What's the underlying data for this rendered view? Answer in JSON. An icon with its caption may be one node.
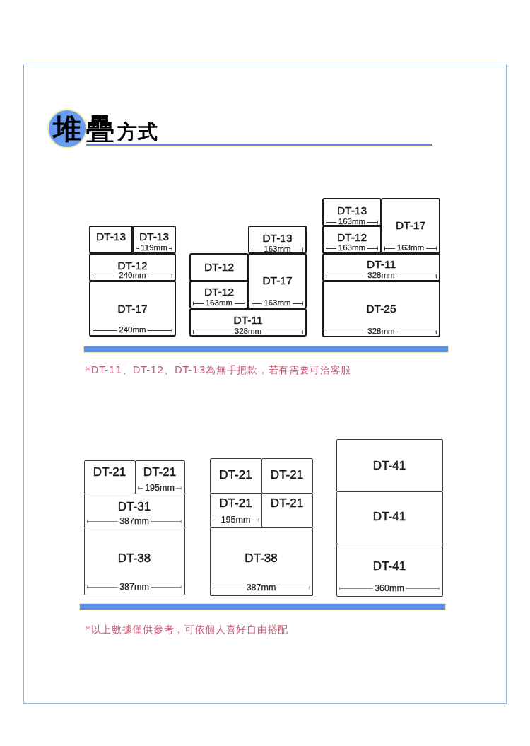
{
  "diagram": {
    "title": "堆疊方式",
    "nodes": [
      {
        "text": [
          "DT-13"
        ]
      },
      {
        "text": [
          "DT-13",
          "119mm"
        ]
      },
      {
        "text": [
          "DT-12",
          "240mm"
        ]
      },
      {
        "text": [
          "DT-17",
          "240mm"
        ]
      },
      {
        "text": [
          "DT-13",
          "163mm"
        ]
      },
      {
        "text": [
          "DT-12"
        ]
      },
      {
        "text": [
          "DT-17",
          "163mm"
        ]
      },
      {
        "text": [
          "DT-12",
          "163mm"
        ]
      },
      {
        "text": [
          "DT-11",
          "328mm"
        ]
      },
      {
        "text": [
          "DT-13",
          "163mm"
        ]
      },
      {
        "text": [
          "DT-17",
          "163mm"
        ]
      },
      {
        "text": [
          "DT-12",
          "163mm"
        ]
      },
      {
        "text": [
          "DT-11",
          "328mm"
        ]
      },
      {
        "text": [
          "DT-25",
          "328mm"
        ]
      },
      {
        "text": [
          "DT-21"
        ]
      },
      {
        "text": [
          "DT-21",
          "195mm"
        ]
      },
      {
        "text": [
          "DT-31",
          "387mm"
        ]
      },
      {
        "text": [
          "DT-38",
          "387mm"
        ]
      },
      {
        "text": [
          "DT-21"
        ]
      },
      {
        "text": [
          "DT-21"
        ]
      },
      {
        "text": [
          "DT-21",
          "195mm"
        ]
      },
      {
        "text": [
          "DT-21"
        ]
      },
      {
        "text": [
          "DT-38",
          "387mm"
        ]
      },
      {
        "text": [
          "DT-41"
        ]
      },
      {
        "text": [
          "DT-41"
        ]
      },
      {
        "text": [
          "DT-41",
          "360mm"
        ]
      }
    ],
    "labels": [
      "*DT-11、DT-12、DT-13為無手把款，若有需要可洽客服",
      "*以上數據僅供參考，可依個人喜好自由搭配"
    ]
  }
}
